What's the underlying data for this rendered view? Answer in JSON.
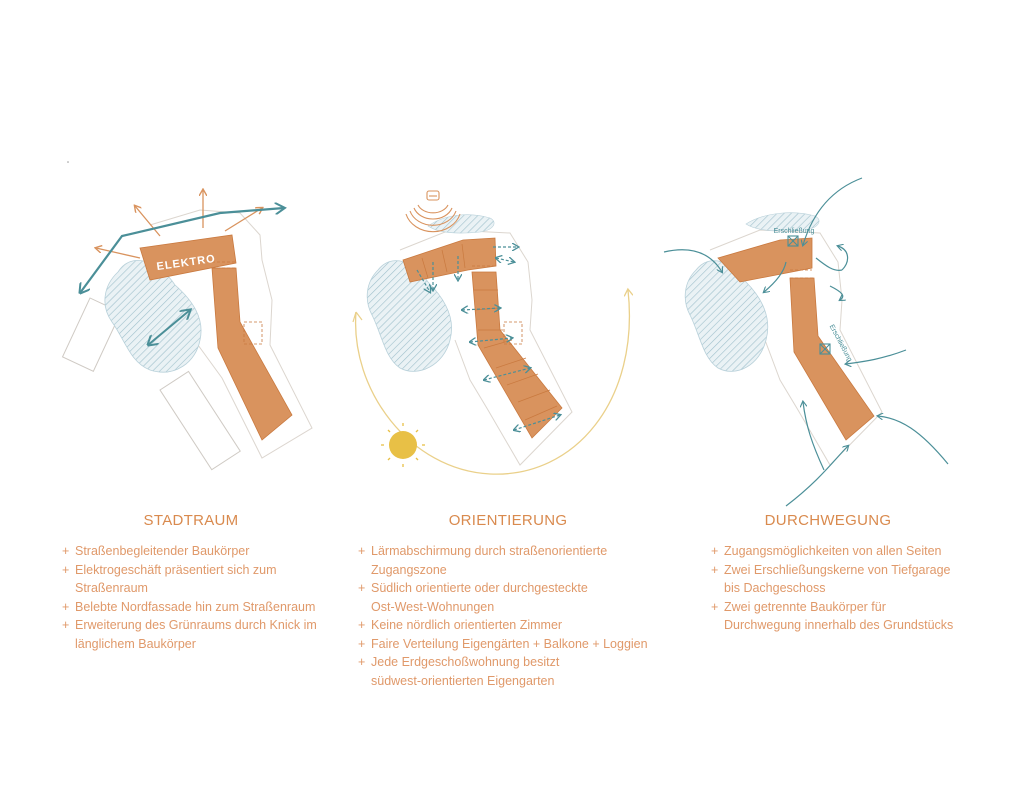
{
  "colors": {
    "building": "#d9935e",
    "building_outline": "#c9793f",
    "arrow_orange": "#d9935e",
    "arrow_teal": "#4b8f98",
    "green_hatch": "#9fc0cc",
    "sun": "#e8c046",
    "sun_path": "#ead08a",
    "plot_outline": "#dcd6cf",
    "text": "#e0996a",
    "title": "#d98a4e"
  },
  "panels": [
    {
      "title": "STADTRAUM",
      "diagram_label": "ELEKTRO",
      "bullets": [
        [
          "Straßenbegleitender Baukörper"
        ],
        [
          "Elektrogeschäft präsentiert sich zum",
          "Straßenraum"
        ],
        [
          "Belebte Nordfassade hin zum Straßenraum"
        ],
        [
          "Erweiterung des Grünraums durch Knick im",
          "länglichem Baukörper"
        ]
      ]
    },
    {
      "title": "ORIENTIERUNG",
      "icons": [
        "car-noise-icon",
        "sun-icon"
      ],
      "bullets": [
        [
          "Lärmabschirmung durch straßenorientierte",
          "Zugangszone"
        ],
        [
          "Südlich orientierte oder durchgesteckte",
          "Ost-West-Wohnungen"
        ],
        [
          "Keine nördlich orientierten Zimmer"
        ],
        [
          "Faire Verteilung Eigengärten + Balkone + Loggien"
        ],
        [
          "Jede Erdgeschoßwohnung besitzt",
          "südwest-orientierten Eigengarten"
        ]
      ]
    },
    {
      "title": "DURCHWEGUNG",
      "diagram_labels": [
        "Erschließung",
        "Erschließung"
      ],
      "bullets": [
        [
          "Zugangsmöglichkeiten von allen Seiten"
        ],
        [
          "Zwei Erschließungskerne von Tiefgarage",
          "bis Dachgeschoss"
        ],
        [
          "Zwei getrennte Baukörper für",
          "Durchwegung innerhalb des Grundstücks"
        ]
      ]
    }
  ]
}
